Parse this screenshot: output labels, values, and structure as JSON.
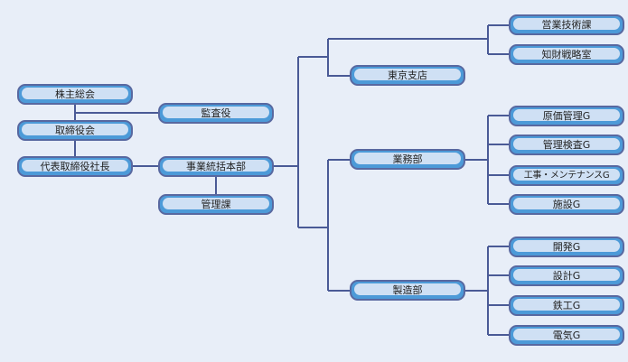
{
  "nodes": {
    "shareholders": "株主総会",
    "board": "取締役会",
    "president": "代表取締役社長",
    "auditor": "監査役",
    "business_hq": "事業統括本部",
    "management": "管理課",
    "tokyo_branch": "東京支店",
    "operations": "業務部",
    "manufacturing": "製造部",
    "sales_tech": "営業技術課",
    "ip_strategy": "知財戦略室",
    "cost_mgmt": "原価管理G",
    "inspection": "管理検査G",
    "construction": "工事・メンテナンスG",
    "facilities": "施設G",
    "development": "開発G",
    "design": "設計G",
    "ironwork": "鉄工G",
    "electrical": "電気G"
  },
  "colors": {
    "line": "#4a5a96",
    "box_border": "#5868a0",
    "box_fill": "#4c9ad8",
    "box_inner": "#cfe0f4"
  }
}
